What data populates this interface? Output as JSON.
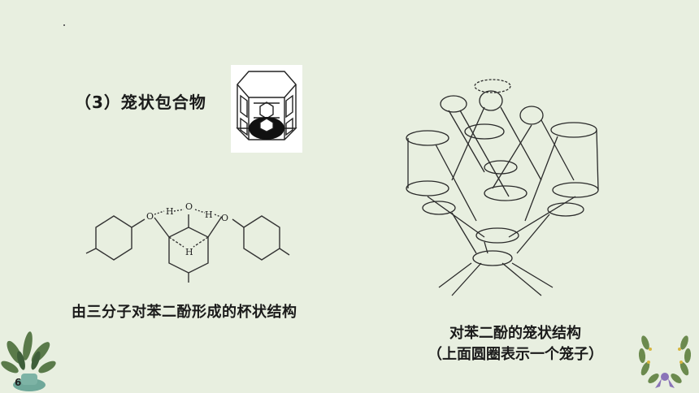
{
  "heading": "（3）笼状包合物",
  "caption_left": "由三分子对苯二酚形成的杯状结构",
  "caption_right_line1": "对苯二酚的笼状结构",
  "caption_right_line2": "（上面圆圈表示一个笼子）",
  "page_number": "6",
  "cup_structure_atoms": [
    "O",
    "H",
    "O",
    "H",
    "O",
    "H"
  ],
  "icons": [
    "cage-clathrate-figure",
    "cup-structure-figure",
    "cage-lattice-figure",
    "plant-decoration-icon",
    "wreath-decoration-icon"
  ]
}
